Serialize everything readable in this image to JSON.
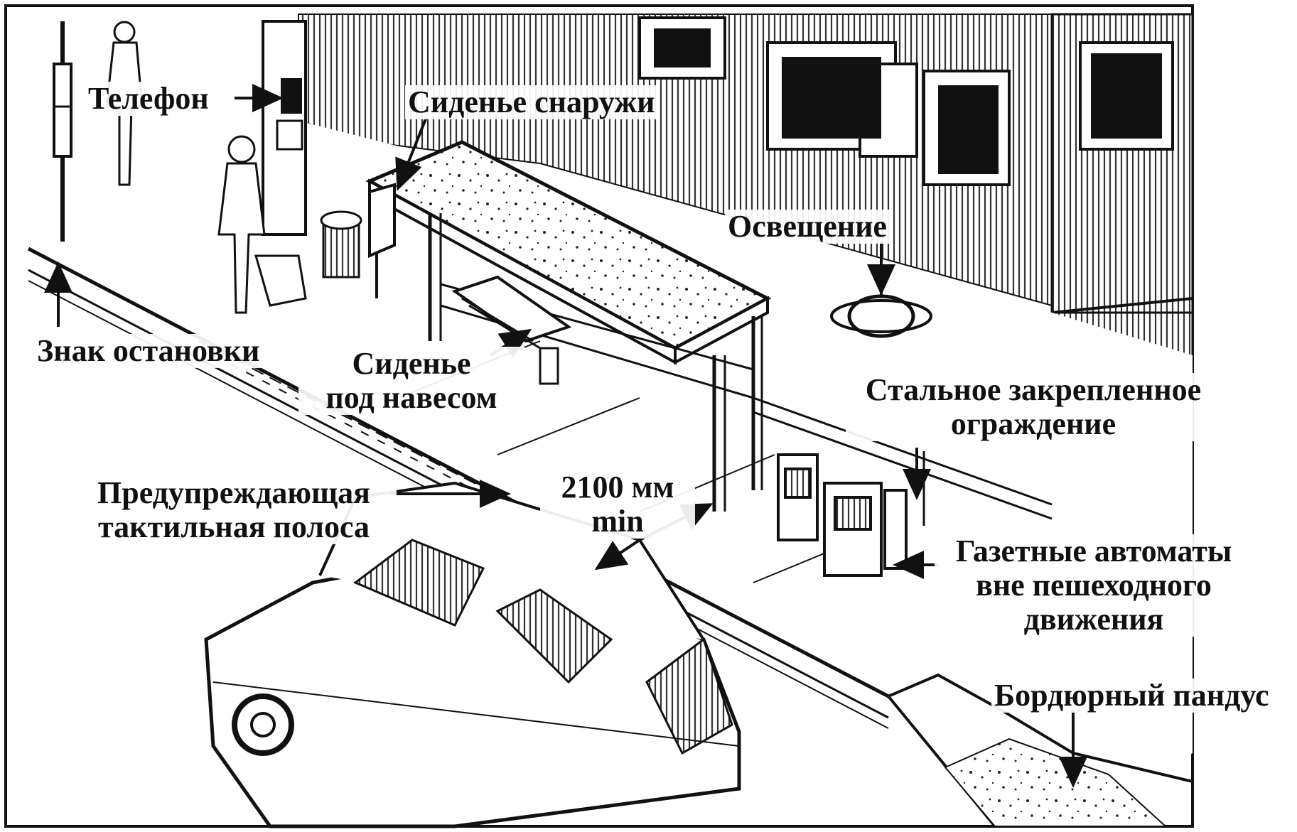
{
  "labels": {
    "telephone": "Телефон",
    "outdoor_seat": "Сиденье снаружи",
    "lighting": "Освещение",
    "stop_sign": "Знак остановки",
    "shelter_seat_line1": "Сиденье",
    "shelter_seat_line2": "под навесом",
    "steel_fence_line1": "Стальное закрепленное",
    "steel_fence_line2": "ограждение",
    "tactile_strip_line1": "Предупреждающая",
    "tactile_strip_line2": "тактильная полоса",
    "clearance_line1": "2100 мм",
    "clearance_line2": "min",
    "newspaper_line1": "Газетные автоматы",
    "newspaper_line2": "вне пешеходного",
    "newspaper_line3": "движения",
    "curb_ramp": "Бордюрный пандус"
  },
  "colors": {
    "ink": "#111111",
    "paper": "#ffffff",
    "hatch": "#333333"
  }
}
